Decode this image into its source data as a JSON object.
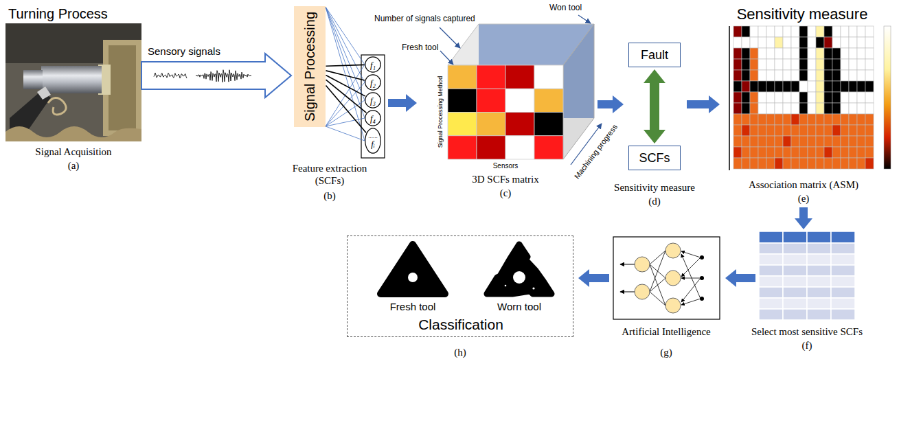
{
  "diagram": {
    "nodes": [
      {
        "text": [
          "Signal Processing"
        ]
      },
      {
        "text": [
          "f₁"
        ]
      },
      {
        "text": [
          "f₂"
        ]
      },
      {
        "text": [
          "f₃"
        ]
      },
      {
        "text": [
          "f₄"
        ]
      },
      {
        "text": [
          "......",
          "fᵢ"
        ]
      },
      {
        "text": [
          "Fault"
        ]
      },
      {
        "text": [
          "SCFs"
        ]
      },
      {
        "text": [
          "Fresh tool",
          "Worn tool",
          "Classification"
        ]
      }
    ],
    "edges": [
      {
        "from": 0,
        "to": 1,
        "arrow": "none"
      },
      {
        "from": 0,
        "to": 2,
        "arrow": "none"
      },
      {
        "from": 0,
        "to": 3,
        "arrow": "none"
      },
      {
        "from": 0,
        "to": 4,
        "arrow": "none"
      },
      {
        "from": 0,
        "to": 5,
        "arrow": "none"
      },
      {
        "from": 6,
        "to": 7,
        "arrow": "both"
      }
    ],
    "labels": [
      "Turning Process",
      "Sensory signals",
      "Signal Acquisition",
      "(a)",
      "Feature extraction (SCFs)",
      "(b)",
      "Number of signals captured",
      "Won tool",
      "Fresh tool",
      "Signal Processing Method",
      "Sensors",
      "Machining progress",
      "3D SCFs matrix",
      "(c)",
      "Sensitivity measure",
      "(d)",
      "Sensitivity measure",
      "Association matrix (ASM)",
      "(e)",
      "Select most sensitive SCFs",
      "(f)",
      "Artificial Intelligence",
      "(g)",
      "(h)"
    ]
  }
}
